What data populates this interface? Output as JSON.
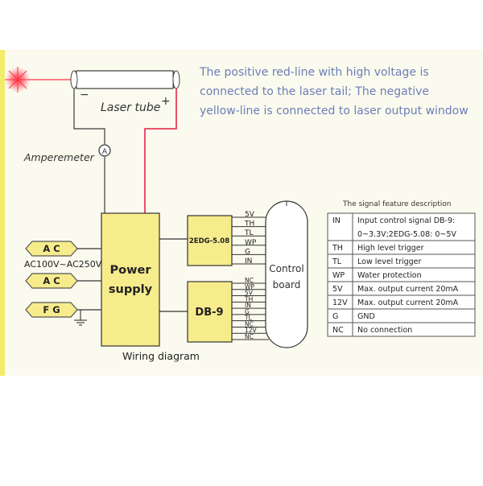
{
  "caption_lines": [
    "The positive red-line with high voltage is",
    "connected to the laser tail; The negative",
    "yellow-line is connected to laser output window"
  ],
  "laser_tube": {
    "label": "Laser tube",
    "minus": "−",
    "plus": "+"
  },
  "amperemeter": {
    "label": "Amperemeter",
    "symbol": "A"
  },
  "power_supply": {
    "line1": "Power",
    "line2": "supply"
  },
  "inputs": {
    "ac1": "A C",
    "ac2": "A C",
    "voltage": "AC100V~AC250V",
    "fg": "F G"
  },
  "connector_2edg": {
    "label": "2EDG-5.08",
    "pins": [
      "5V",
      "TH",
      "TL",
      "WP",
      "G",
      "IN"
    ]
  },
  "connector_db9": {
    "label": "DB-9",
    "pins": [
      "NC",
      "WP",
      "5V",
      "TH",
      "IN",
      "G",
      "TL",
      "NC",
      "12V",
      "NC"
    ]
  },
  "control_board": {
    "line1": "Control",
    "line2": "board"
  },
  "wiring_caption": "Wiring diagram",
  "signal_table": {
    "title": "The signal feature description",
    "rows": [
      {
        "code": "IN",
        "desc": [
          "Input  control  signal  DB-9:",
          "0~3.3V;2EDG-5.08:   0~5V"
        ]
      },
      {
        "code": "TH",
        "desc": [
          "High level trigger"
        ]
      },
      {
        "code": "TL",
        "desc": [
          "Low level trigger"
        ]
      },
      {
        "code": "WP",
        "desc": [
          "Water protection"
        ]
      },
      {
        "code": "5V",
        "desc": [
          "Max. output current 20mA"
        ]
      },
      {
        "code": "12V",
        "desc": [
          "Max. output current 20mA"
        ]
      },
      {
        "code": "G",
        "desc": [
          "GND"
        ]
      },
      {
        "code": "NC",
        "desc": [
          "No connection"
        ]
      }
    ]
  },
  "colors": {
    "yellow_box": "#f7ec8c",
    "red_wire": "#e83c5a",
    "caption_blue": "#6a7fb8",
    "line": "#3a3a3a",
    "paper": "#fbfaee"
  }
}
